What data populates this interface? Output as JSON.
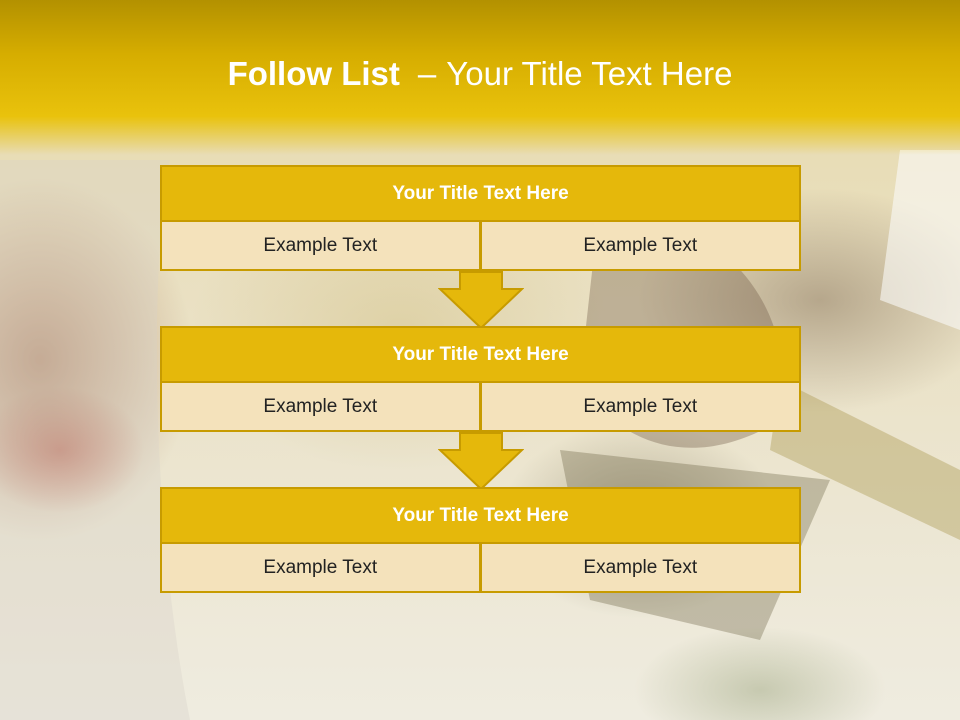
{
  "colors": {
    "accent": "#e5b80b",
    "accent_border": "#c79b00",
    "cell_fill": "#f4e2bb",
    "title_text": "#ffffff"
  },
  "header": {
    "title_strong": "Follow List",
    "title_sep": "–",
    "title_rest": "Your Title Text Here"
  },
  "blocks": [
    {
      "title": "Your Title Text Here",
      "left": "Example Text",
      "right": "Example Text"
    },
    {
      "title": "Your Title Text Here",
      "left": "Example Text",
      "right": "Example Text"
    },
    {
      "title": "Your Title Text Here",
      "left": "Example Text",
      "right": "Example Text"
    }
  ],
  "icons": {
    "connector": "down-arrow-icon"
  }
}
